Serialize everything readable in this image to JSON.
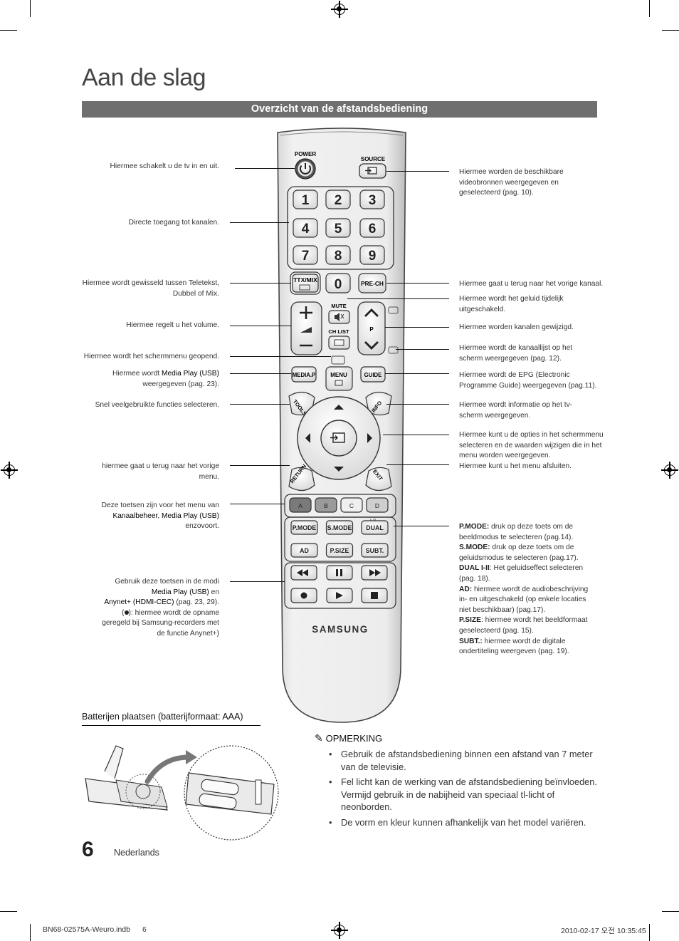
{
  "chapter_title": "Aan de slag",
  "section_title": "Overzicht van de afstandsbediening",
  "remote": {
    "power_label": "POWER",
    "source_label": "SOURCE",
    "digits": [
      "1",
      "2",
      "3",
      "4",
      "5",
      "6",
      "7",
      "8",
      "9"
    ],
    "zero": "0",
    "ttx_label": "TTX/MIX",
    "prech_label": "PRE-CH",
    "mute_label": "MUTE",
    "chlist_label": "CH LIST",
    "p_label": "P",
    "mediap_label": "MEDIA.P",
    "menu_label": "MENU",
    "guide_label": "GUIDE",
    "tools_label": "TOOLS",
    "info_label": "INFO",
    "return_label": "RETURN",
    "exit_label": "EXIT",
    "color_keys": [
      "A",
      "B",
      "C",
      "D"
    ],
    "dual_marker": "I-II",
    "mode_row1": [
      "P.MODE",
      "S.MODE",
      "DUAL"
    ],
    "mode_row2": [
      "AD",
      "P.SIZE",
      "SUBT."
    ],
    "brand": "SAMSUNG"
  },
  "left_labels": {
    "power": "Hiermee schakelt u de tv in en uit.",
    "channels": "Directe toegang tot kanalen.",
    "ttx_l1": "Hiermee wordt gewisseld tussen Teletekst,",
    "ttx_l2": "Dubbel of Mix.",
    "volume": "Hiermee regelt u het volume.",
    "menu": "Hiermee wordt het schermmenu geopend.",
    "mediap_pre": "Hiermee wordt ",
    "mediap_bold": "Media Play (USB)",
    "mediap_l2": "weergegeven (pag. 23).",
    "tools": "Snel veelgebruikte functies selecteren.",
    "return_l1": "hiermee gaat u terug naar het vorige",
    "return_l2": "menu.",
    "color_l1": "Deze toetsen zijn voor het menu van",
    "color_b1": "Kanaalbeheer",
    "color_sep": ", ",
    "color_b2": "Media Play (USB)",
    "color_l3": "enzovoort.",
    "play_l1": "Gebruik deze toetsen in de modi",
    "play_b1": "Media Play (USB)",
    "play_en": " en",
    "play_b2": "Anynet+ (HDMI-CEC)",
    "play_pages": "  (pag. 23, 29).",
    "play_l4_pre": "(",
    "play_l4_post": "): hiermee wordt de opname",
    "play_l5": "geregeld bij Samsung-recorders met",
    "play_l6": "de functie Anynet+)"
  },
  "right_labels": {
    "source_l1": "Hiermee worden de beschikbare",
    "source_l2": "videobronnen weergegeven en",
    "source_l3": "geselecteerd (pag. 10).",
    "prech": "Hiermee gaat u terug naar het vorige kanaal.",
    "mute_l1": "Hiermee wordt het geluid tijdelijk",
    "mute_l2": "uitgeschakeld.",
    "channel": "Hiermee worden kanalen gewijzigd.",
    "chlist_l1": "Hiermee wordt de kanaallijst op het",
    "chlist_l2": "scherm weergegeven (pag. 12).",
    "guide_l1": "Hiermee wordt de EPG (Electronic",
    "guide_l2": "Programme Guide) weergegeven (pag.11).",
    "info_l1": "Hiermee wordt informatie op het tv-",
    "info_l2": "scherm weergegeven.",
    "nav_l1": "Hiermee kunt u de opties in het schermmenu",
    "nav_l2": "selecteren en de waarden wijzigen die in het",
    "nav_l3": "menu worden weergegeven.",
    "exit": "Hiermee kunt u het menu afsluiten.",
    "pmode_b": "P.MODE:",
    "pmode_t1": " druk op deze toets om de",
    "pmode_t2": "beeldmodus te selecteren (pag.14).",
    "smode_b": "S.MODE:",
    "smode_t1": " druk op deze toets om de",
    "smode_t2": "geluidsmodus te selecteren (pag.17).",
    "dual_b": "DUAL I-II",
    "dual_t1": ": Het geluidseffect selecteren",
    "dual_t2": "(pag. 18).",
    "ad_b": "AD:",
    "ad_t1": " hiermee wordt de audiobeschrijving",
    "ad_t2": "in- en uitgeschakeld (op enkele locaties",
    "ad_t3": "niet beschikbaar) (pag.17).",
    "psize_b": "P.SIZE",
    "psize_t1": ": hiermee wordt het beeldformaat",
    "psize_t2": "geselecteerd (pag. 15).",
    "subt_b": "SUBT.:",
    "subt_t1": " hiermee wordt de digitale",
    "subt_t2": "ondertiteling weergeven (pag. 19)."
  },
  "battery": {
    "title": "Batterijen plaatsen (batterijformaat: AAA)"
  },
  "note": {
    "heading": "OPMERKING",
    "items": [
      "Gebruik de afstandsbediening binnen een afstand van 7 meter van de televisie.",
      "Fel licht kan de werking van de afstandsbediening beïnvloeden. Vermijd gebruik in de nabijheid van speciaal tl-licht of neonborden.",
      "De vorm en kleur kunnen afhankelijk van het model variëren."
    ]
  },
  "footer": {
    "page_number": "6",
    "language": "Nederlands",
    "file": "BN68-02575A-Weuro.indb",
    "file_page": "6",
    "date": "2010-02-17   오전 10:35:45"
  }
}
